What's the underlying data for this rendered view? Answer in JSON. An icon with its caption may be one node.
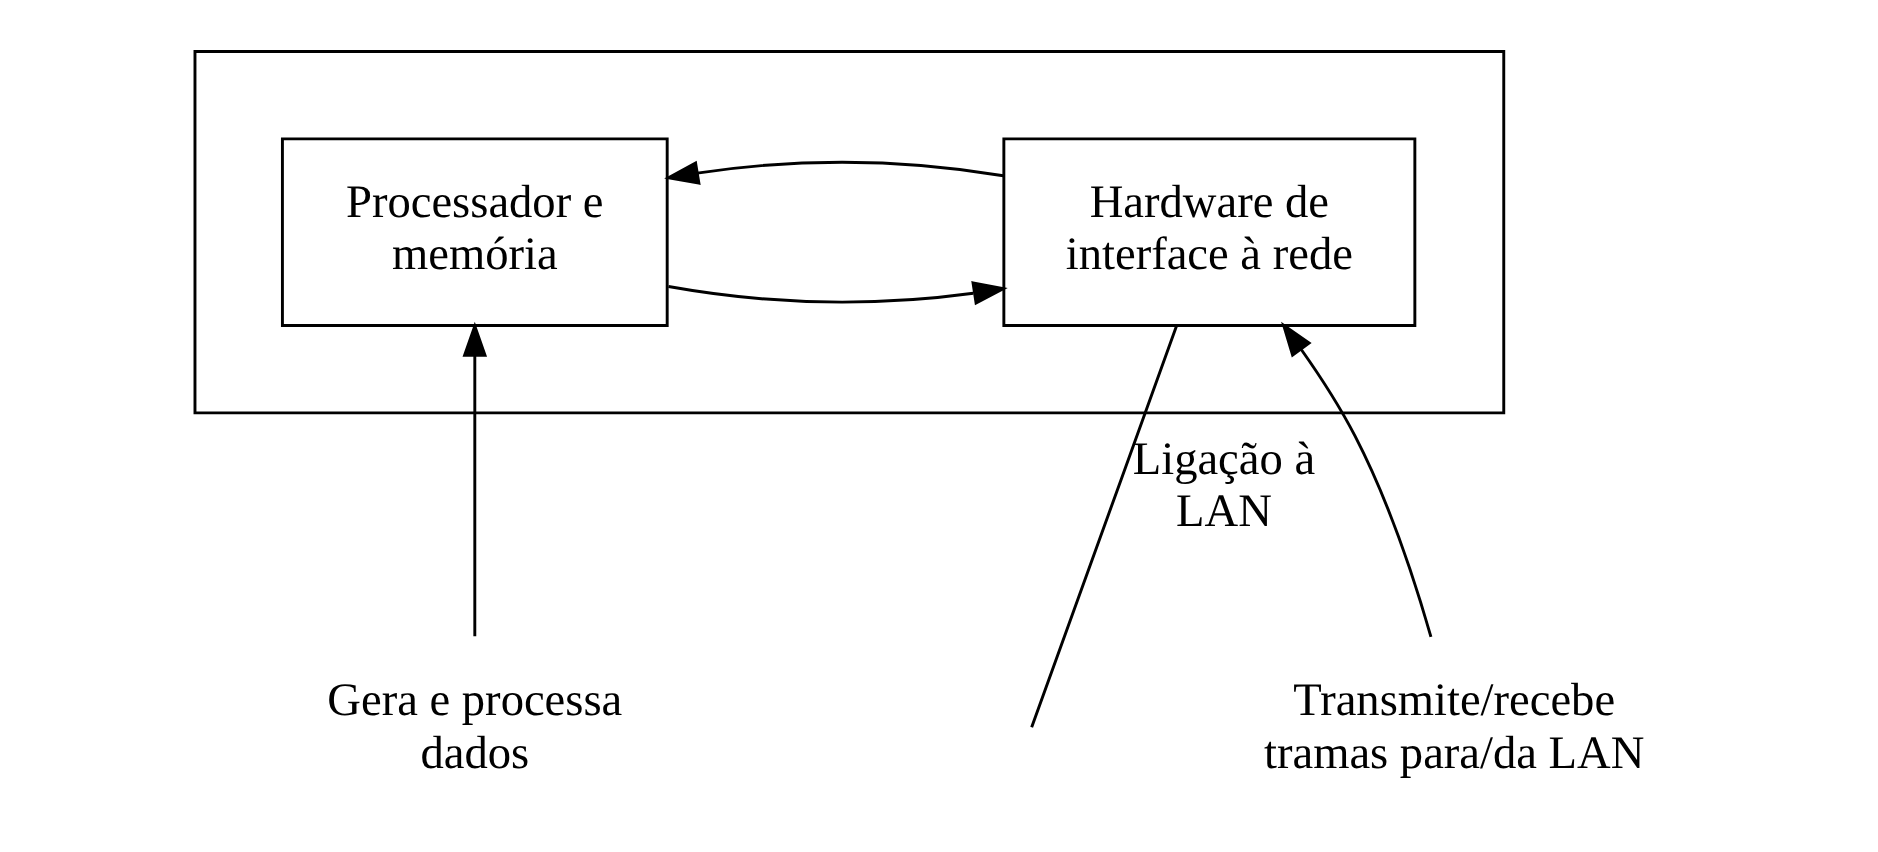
{
  "diagram": {
    "nodes": [
      {
        "text": [],
        "shape": "box"
      },
      {
        "text": [
          "Hardware de interface à rede"
        ],
        "in": 0
      },
      {
        "text": [
          "Processador e memória"
        ],
        "in": 0
      },
      {
        "text": [
          "Transmite/recebe tramas para/da LAN"
        ]
      },
      {
        "text": [
          "Gera e processa dados"
        ]
      }
    ],
    "edges": [
      {
        "from": null,
        "to": 1,
        "arrow": "none",
        "label": "Ligação à LAN"
      },
      {
        "from": 1,
        "to": 2,
        "arrow": "to"
      },
      {
        "from": 2,
        "to": 1,
        "arrow": "to"
      },
      {
        "from": 3,
        "to": 1,
        "arrow": "to"
      },
      {
        "from": 4,
        "to": 2,
        "arrow": "to"
      }
    ]
  }
}
